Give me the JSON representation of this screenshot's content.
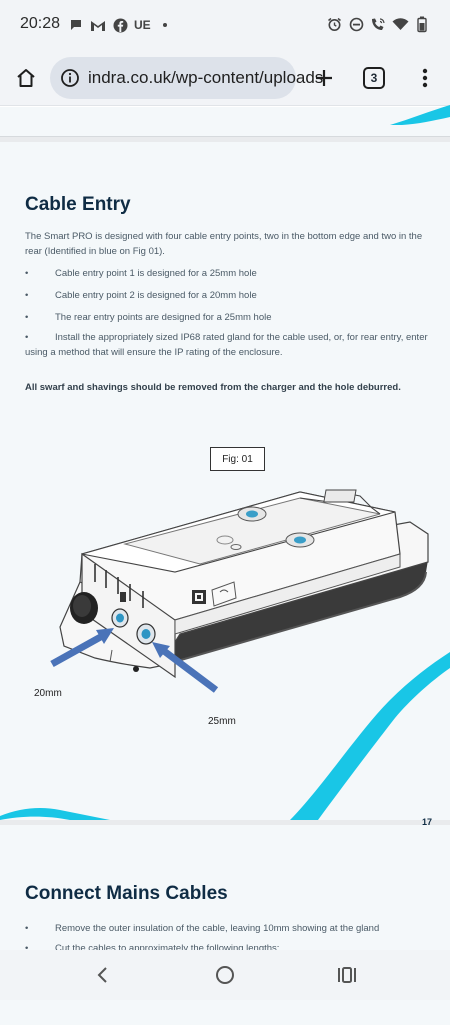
{
  "status_bar": {
    "time": "20:28",
    "carrier_badge": "UE",
    "left_icons": [
      "chat-bubble-icon",
      "gmail-icon",
      "facebook-icon"
    ],
    "right_icons": [
      "alarm-icon",
      "dnd-icon",
      "wifi-call-icon",
      "wifi-icon",
      "battery-icon"
    ]
  },
  "browser": {
    "url": "indra.co.uk/wp-content/uploads",
    "tab_count": "3"
  },
  "document": {
    "section_title": "Cable Entry",
    "intro": "The Smart PRO is designed  with four cable entry points, two in the bottom edge and two in the rear (Identified in blue on Fig 01).",
    "bullets": [
      "Cable entry point 1 is designed for a 25mm hole",
      "Cable entry point 2 is designed for a 20mm hole",
      "The rear entry points are designed for a 25mm hole",
      "Install the appropriately sized IP68 rated gland for the cable used, or, for rear entry, enter using a method that will ensure the IP rating of the enclosure."
    ],
    "bullet_symbol": "•",
    "warning": "All swarf and shavings should be removed from the charger and the hole deburred.",
    "figure_label": "Fig: 01",
    "callout_left": "20mm",
    "callout_right": "25mm",
    "page_number": "17",
    "next_section_title": "Connect Mains Cables",
    "next_bullets": [
      "Remove the outer insulation of the cable, leaving 10mm showing at the gland",
      "Cut the cables to approximately the following lengths:"
    ]
  },
  "colors": {
    "accent_cyan": "#19c6e6",
    "entry_blue": "#4a73b8",
    "heading": "#0f2c44"
  }
}
